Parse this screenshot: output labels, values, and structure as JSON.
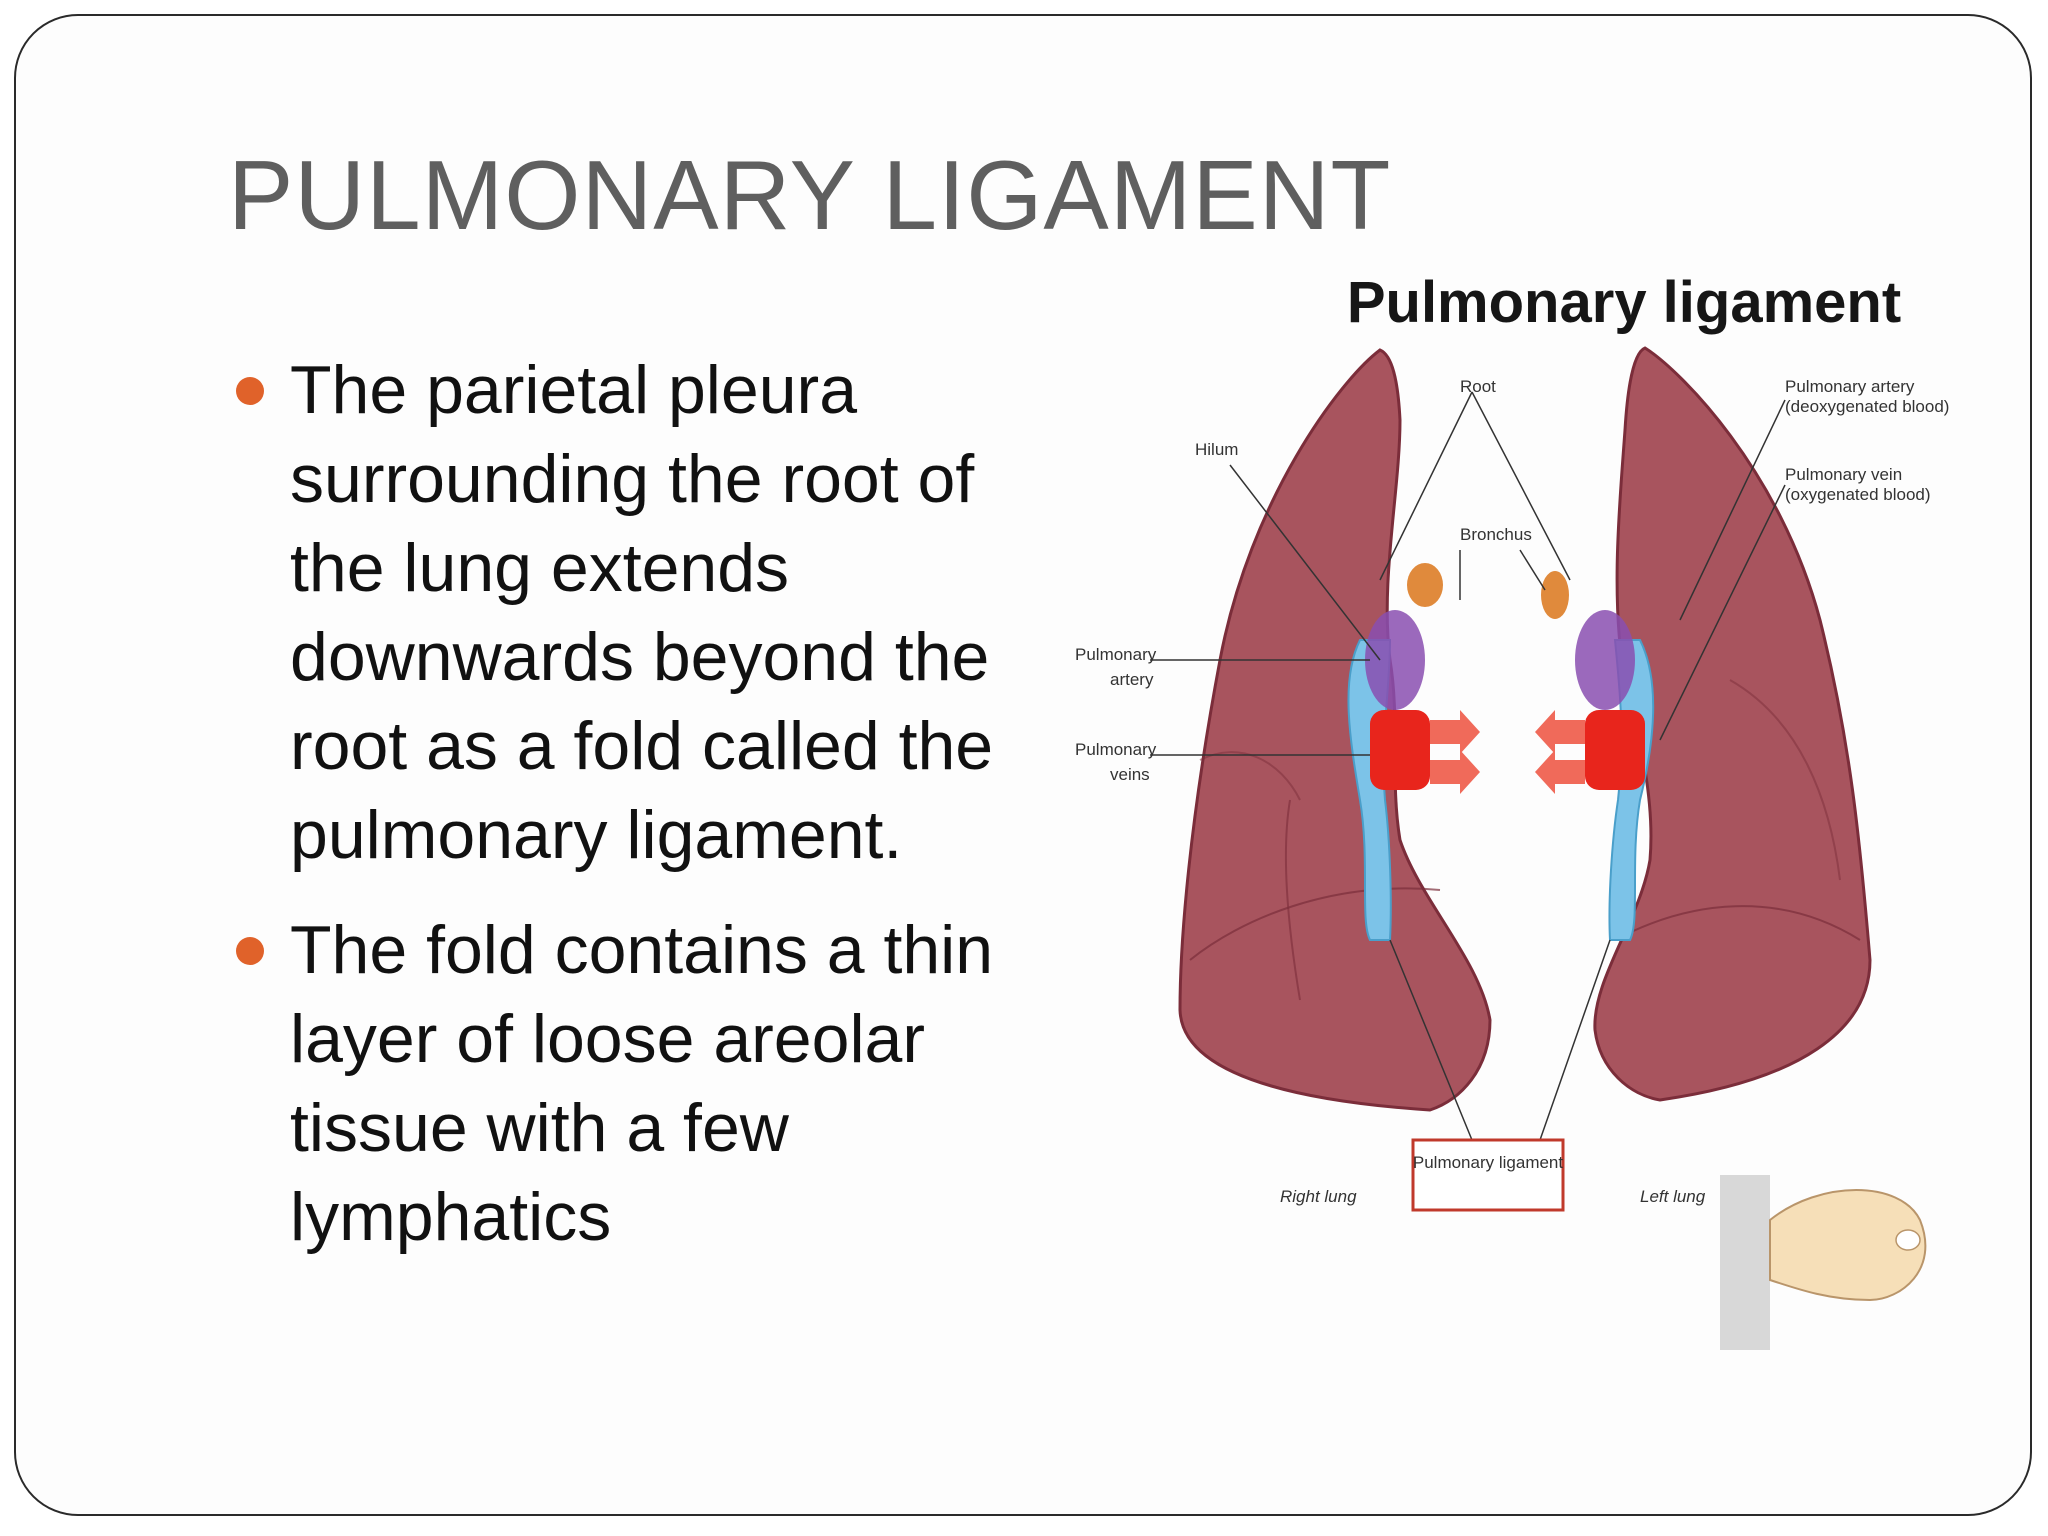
{
  "slide": {
    "title": "PULMONARY LIGAMENT",
    "bullets": [
      {
        "text": "The parietal pleura surrounding the root of the lung extends downwards beyond the root as a fold called the pulmonary ligament."
      },
      {
        "text": "The fold contains a thin layer of loose areolar tissue with a few lymphatics"
      }
    ],
    "bullet_color": "#e0622a"
  },
  "figure": {
    "title": "Pulmonary ligament",
    "labels": {
      "root": "Root",
      "hilum": "Hilum",
      "bronchus": "Bronchus",
      "pulmonary_artery_line1": "Pulmonary artery",
      "pulmonary_artery_line2": "(deoxygenated blood)",
      "pulmonary_vein_line1": "Pulmonary vein",
      "pulmonary_vein_line2": "(oxygenated blood)",
      "left_pulmonary_artery_line1": "Pulmonary",
      "left_pulmonary_artery_line2": "artery",
      "left_pulmonary_veins_line1": "Pulmonary",
      "left_pulmonary_veins_line2": "veins",
      "pulmonary_ligament_box": "Pulmonary ligament",
      "right_lung": "Right lung",
      "left_lung": "Left lung"
    },
    "colors": {
      "lung": "#a8545e",
      "lung_dark": "#7b2d3a",
      "pleura_blue": "#7cc3e8",
      "bronchus_purple": "#8a4fb0",
      "vessel_red": "#e8251c",
      "box_border": "#c0392b"
    }
  }
}
